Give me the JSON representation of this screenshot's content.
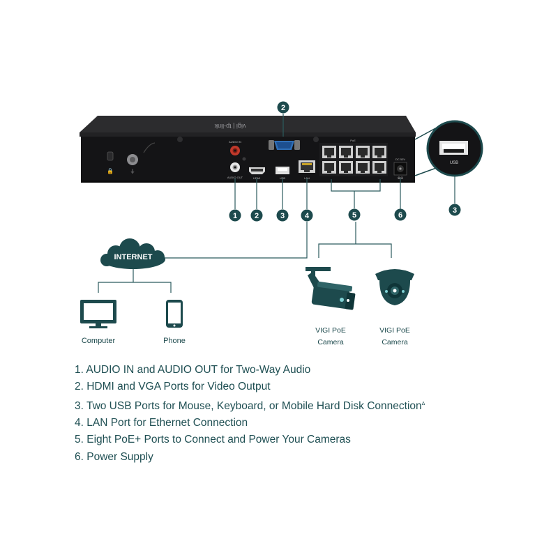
{
  "device": {
    "brand_text": "vigi | tp-link",
    "port_labels": {
      "audio_in": "AUDIO IN",
      "audio_out": "AUDIO OUT",
      "hdmi": "HDMI",
      "usb": "USB",
      "lan": "LAN",
      "poe": "PoE",
      "dc": "DC 53V"
    }
  },
  "callouts": [
    "1",
    "2",
    "3",
    "4",
    "5",
    "6"
  ],
  "zoom": {
    "label": "USB",
    "callout": "3"
  },
  "network": {
    "internet": "INTERNET",
    "computer": "Computer",
    "phone": "Phone",
    "camera1": {
      "line1": "VIGI PoE",
      "line2": "Camera"
    },
    "camera2": {
      "line1": "VIGI PoE",
      "line2": "Camera"
    }
  },
  "features": [
    {
      "text": "1. AUDIO IN and AUDIO OUT for Two-Way Audio"
    },
    {
      "text": "2. HDMI and VGA Ports for Video Output"
    },
    {
      "text": "3. Two USB Ports for Mouse, Keyboard, or Mobile Hard Disk Connection",
      "mark": "Δ"
    },
    {
      "text": "4. LAN Port for Ethernet Connection"
    },
    {
      "text": "5. Eight PoE+ Ports to Connect and Power Your Cameras"
    },
    {
      "text": "6. Power Supply"
    }
  ],
  "colors": {
    "teal": "#1d4a4d",
    "line": "#2b5a5e",
    "device_top": "#2a2a2c",
    "device_front": "#141416",
    "audio_in": "#c0392b"
  }
}
